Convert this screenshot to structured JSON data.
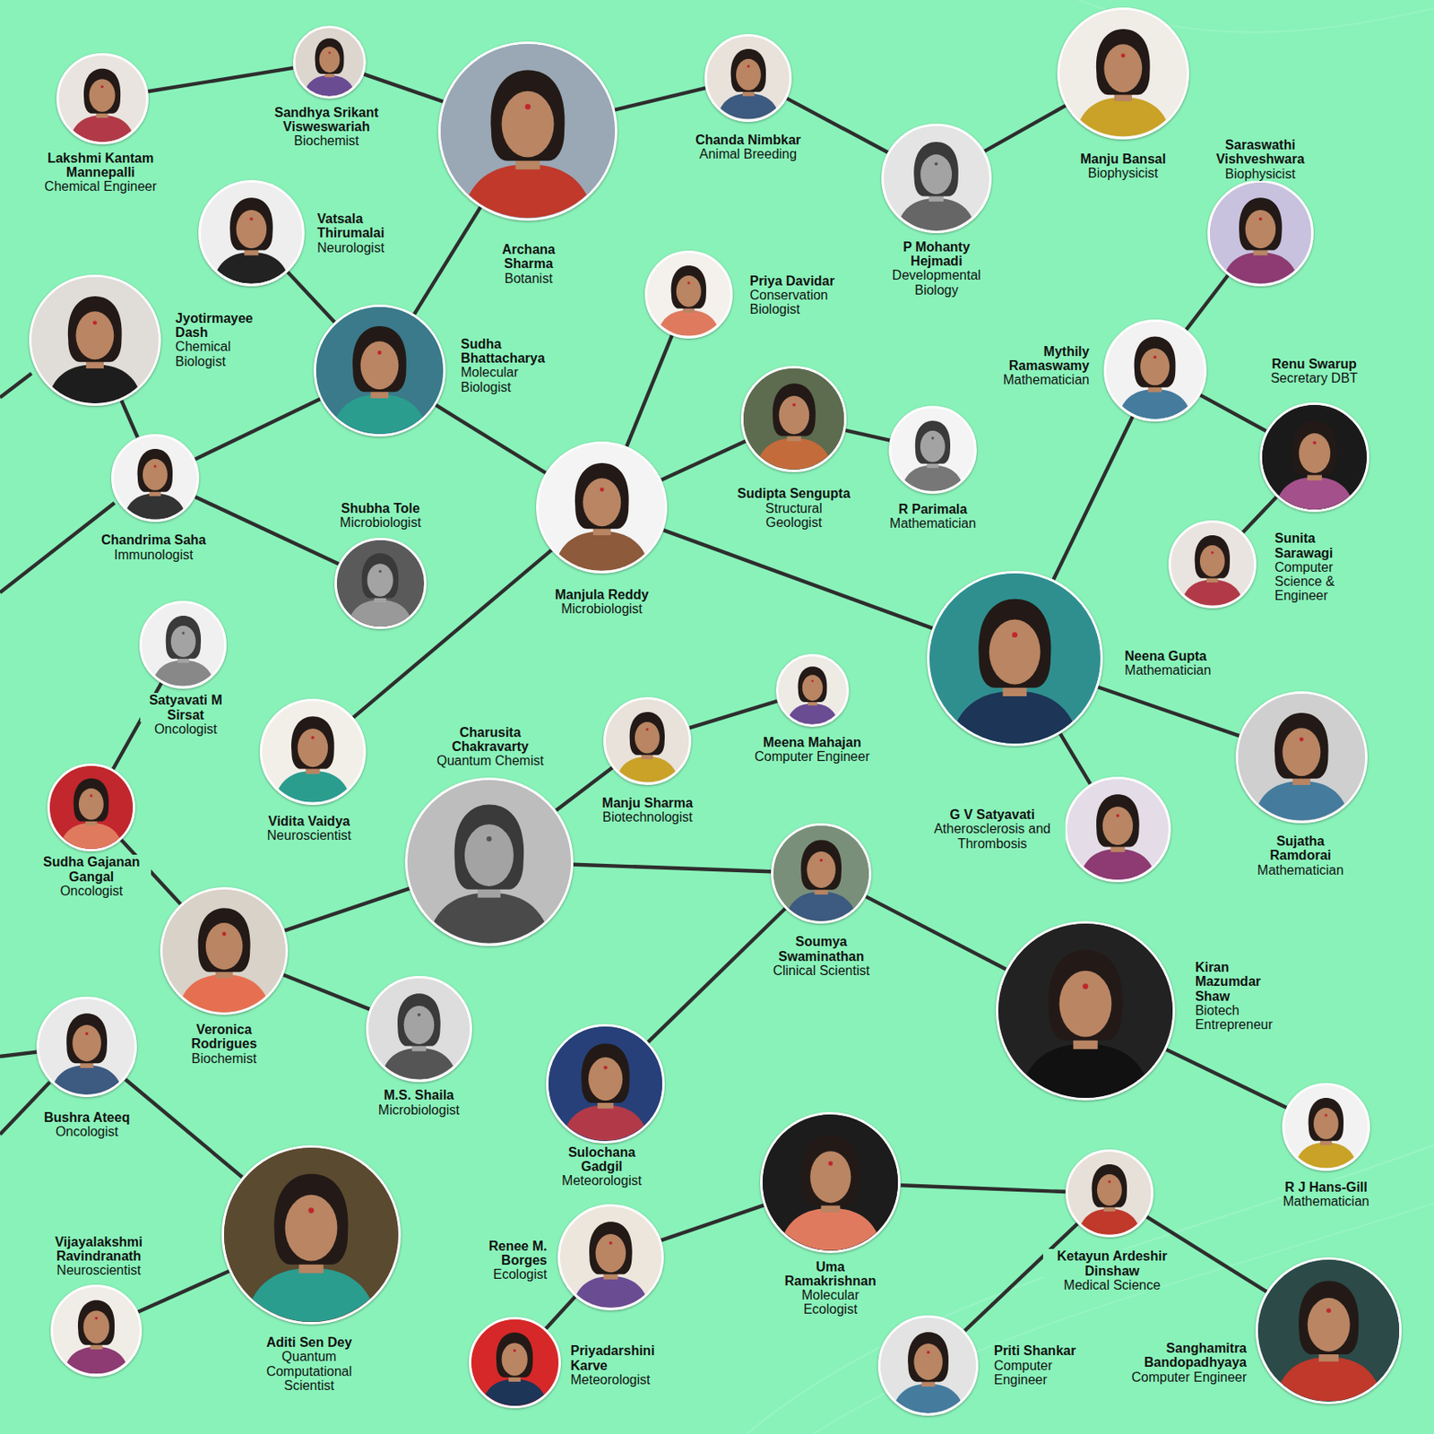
{
  "diagram": {
    "nodes": [
      {
        "text": [
          "Lakshmi Kantam Mannepalli",
          "Chemical Engineer"
        ]
      },
      {
        "text": [
          "Sandhya Srikant Visweswariah",
          "Biochemist"
        ]
      },
      {
        "text": [
          "Archana Sharma",
          "Botanist"
        ]
      },
      {
        "text": [
          "Chanda Nimbkar",
          "Animal Breeding"
        ]
      },
      {
        "text": [
          "P Mohanty Hejmadi",
          "Developmental Biology"
        ]
      },
      {
        "text": [
          "Manju Bansal",
          "Biophysicist"
        ]
      },
      {
        "text": [
          "Saraswathi Vishveshwara",
          "Biophysicist"
        ]
      },
      {
        "text": [
          "Vatsala Thirumalai",
          "Neurologist"
        ]
      },
      {
        "text": [
          "Jyotirmayee Dash",
          "Chemical Biologist"
        ]
      },
      {
        "text": [
          "Sudha Bhattacharya",
          "Molecular Biologist"
        ]
      },
      {
        "text": [
          "Priya Davidar",
          "Conservation Biologist"
        ]
      },
      {
        "text": [
          "Mythily Ramaswamy",
          "Mathematician"
        ]
      },
      {
        "text": [
          "Renu Swarup",
          "Secretary DBT"
        ]
      },
      {
        "text": [
          "Chandrima Saha",
          "Immunologist"
        ]
      },
      {
        "text": [
          "Manjula Reddy",
          "Microbiologist"
        ]
      },
      {
        "text": [
          "Sudipta Sengupta",
          "Structural Geologist"
        ]
      },
      {
        "text": [
          "R Parimala",
          "Mathematician"
        ]
      },
      {
        "text": [
          "Sunita Sarawagi",
          "Computer Science & Engineer"
        ]
      },
      {
        "text": [
          "Shubha Tole",
          "Microbiologist"
        ]
      },
      {
        "text": [
          "Neena Gupta",
          "Mathematician"
        ]
      },
      {
        "text": [
          "Satyavati M Sirsat",
          "Oncologist"
        ]
      },
      {
        "text": [
          "Vidita Vaidya",
          "Neuroscientist"
        ]
      },
      {
        "text": [
          "Charusita Chakravarty",
          "Quantum Chemist"
        ]
      },
      {
        "text": [
          "Manju Sharma",
          "Biotechnologist"
        ]
      },
      {
        "text": [
          "Meena Mahajan",
          "Computer Engineer"
        ]
      },
      {
        "text": [
          "G V Satyavati",
          "Atherosclerosis and Thrombosis"
        ]
      },
      {
        "text": [
          "Sujatha Ramdorai",
          "Mathematician"
        ]
      },
      {
        "text": [
          "Sudha Gajanan Gangal",
          "Oncologist"
        ]
      },
      {
        "text": [
          "Soumya Swaminathan",
          "Clinical Scientist"
        ]
      },
      {
        "text": [
          "Veronica Rodrigues",
          "Biochemist"
        ]
      },
      {
        "text": [
          "M.S. Shaila",
          "Microbiologist"
        ]
      },
      {
        "text": [
          "Kiran Mazumdar Shaw",
          "Biotech Entrepreneur"
        ]
      },
      {
        "text": [
          "Bushra Ateeq",
          "Oncologist"
        ]
      },
      {
        "text": [
          "Sulochana Gadgil",
          "Meteorologist"
        ]
      },
      {
        "text": [
          "R J Hans-Gill",
          "Mathematician"
        ]
      },
      {
        "text": [
          "Uma Ramakrishnan",
          "Molecular Ecologist"
        ]
      },
      {
        "text": [
          "Ketayun Ardeshir Dinshaw",
          "Medical Science"
        ]
      },
      {
        "text": [
          "Vijayalakshmi Ravindranath",
          "Neuroscientist"
        ]
      },
      {
        "text": [
          "Aditi Sen Dey",
          "Quantum Computational Scientist"
        ]
      },
      {
        "text": [
          "Renee M. Borges",
          "Ecologist"
        ]
      },
      {
        "text": [
          "Priyadarshini Karve",
          "Meteorologist"
        ]
      },
      {
        "text": [
          "Priti Shankar",
          "Computer Engineer"
        ]
      },
      {
        "text": [
          "Sanghamitra Bandopadhyaya",
          "Computer Engineer"
        ]
      }
    ],
    "edges": [
      {
        "from": 0,
        "to": 1,
        "arrow": "none"
      },
      {
        "from": 1,
        "to": 2,
        "arrow": "none"
      },
      {
        "from": 2,
        "to": 3,
        "arrow": "none"
      },
      {
        "from": 3,
        "to": 4,
        "arrow": "none"
      },
      {
        "from": 4,
        "to": 5,
        "arrow": "none"
      },
      {
        "from": 2,
        "to": 9,
        "arrow": "none"
      },
      {
        "from": 7,
        "to": 9,
        "arrow": "none"
      },
      {
        "from": 9,
        "to": 13,
        "arrow": "none"
      },
      {
        "from": 9,
        "to": 14,
        "arrow": "none"
      },
      {
        "from": 8,
        "to": 13,
        "arrow": "none"
      },
      {
        "from": 13,
        "to": 18,
        "arrow": "none"
      },
      {
        "from": 14,
        "to": 10,
        "arrow": "none"
      },
      {
        "from": 14,
        "to": 15,
        "arrow": "none"
      },
      {
        "from": 15,
        "to": 16,
        "arrow": "none"
      },
      {
        "from": 14,
        "to": 19,
        "arrow": "none"
      },
      {
        "from": 14,
        "to": 21,
        "arrow": "none"
      },
      {
        "from": 6,
        "to": 11,
        "arrow": "none"
      },
      {
        "from": 11,
        "to": 12,
        "arrow": "none"
      },
      {
        "from": 12,
        "to": 17,
        "arrow": "none"
      },
      {
        "from": 11,
        "to": 19,
        "arrow": "none"
      },
      {
        "from": 19,
        "to": 26,
        "arrow": "none"
      },
      {
        "from": 19,
        "to": 25,
        "arrow": "none"
      },
      {
        "from": 20,
        "to": 27,
        "arrow": "none"
      },
      {
        "from": 27,
        "to": 29,
        "arrow": "none"
      },
      {
        "from": 29,
        "to": 22,
        "arrow": "none"
      },
      {
        "from": 29,
        "to": 30,
        "arrow": "none"
      },
      {
        "from": 22,
        "to": 23,
        "arrow": "none"
      },
      {
        "from": 23,
        "to": 24,
        "arrow": "none"
      },
      {
        "from": 22,
        "to": 28,
        "arrow": "none"
      },
      {
        "from": 28,
        "to": 33,
        "arrow": "none"
      },
      {
        "from": 28,
        "to": 31,
        "arrow": "none"
      },
      {
        "from": 31,
        "to": 34,
        "arrow": "none"
      },
      {
        "from": 32,
        "to": 38,
        "arrow": "none"
      },
      {
        "from": 37,
        "to": 38,
        "arrow": "none"
      },
      {
        "from": 35,
        "to": 39,
        "arrow": "none"
      },
      {
        "from": 39,
        "to": 40,
        "arrow": "none"
      },
      {
        "from": 35,
        "to": 36,
        "arrow": "none"
      },
      {
        "from": 36,
        "to": 41,
        "arrow": "none"
      },
      {
        "from": 36,
        "to": 42,
        "arrow": "none"
      }
    ]
  }
}
